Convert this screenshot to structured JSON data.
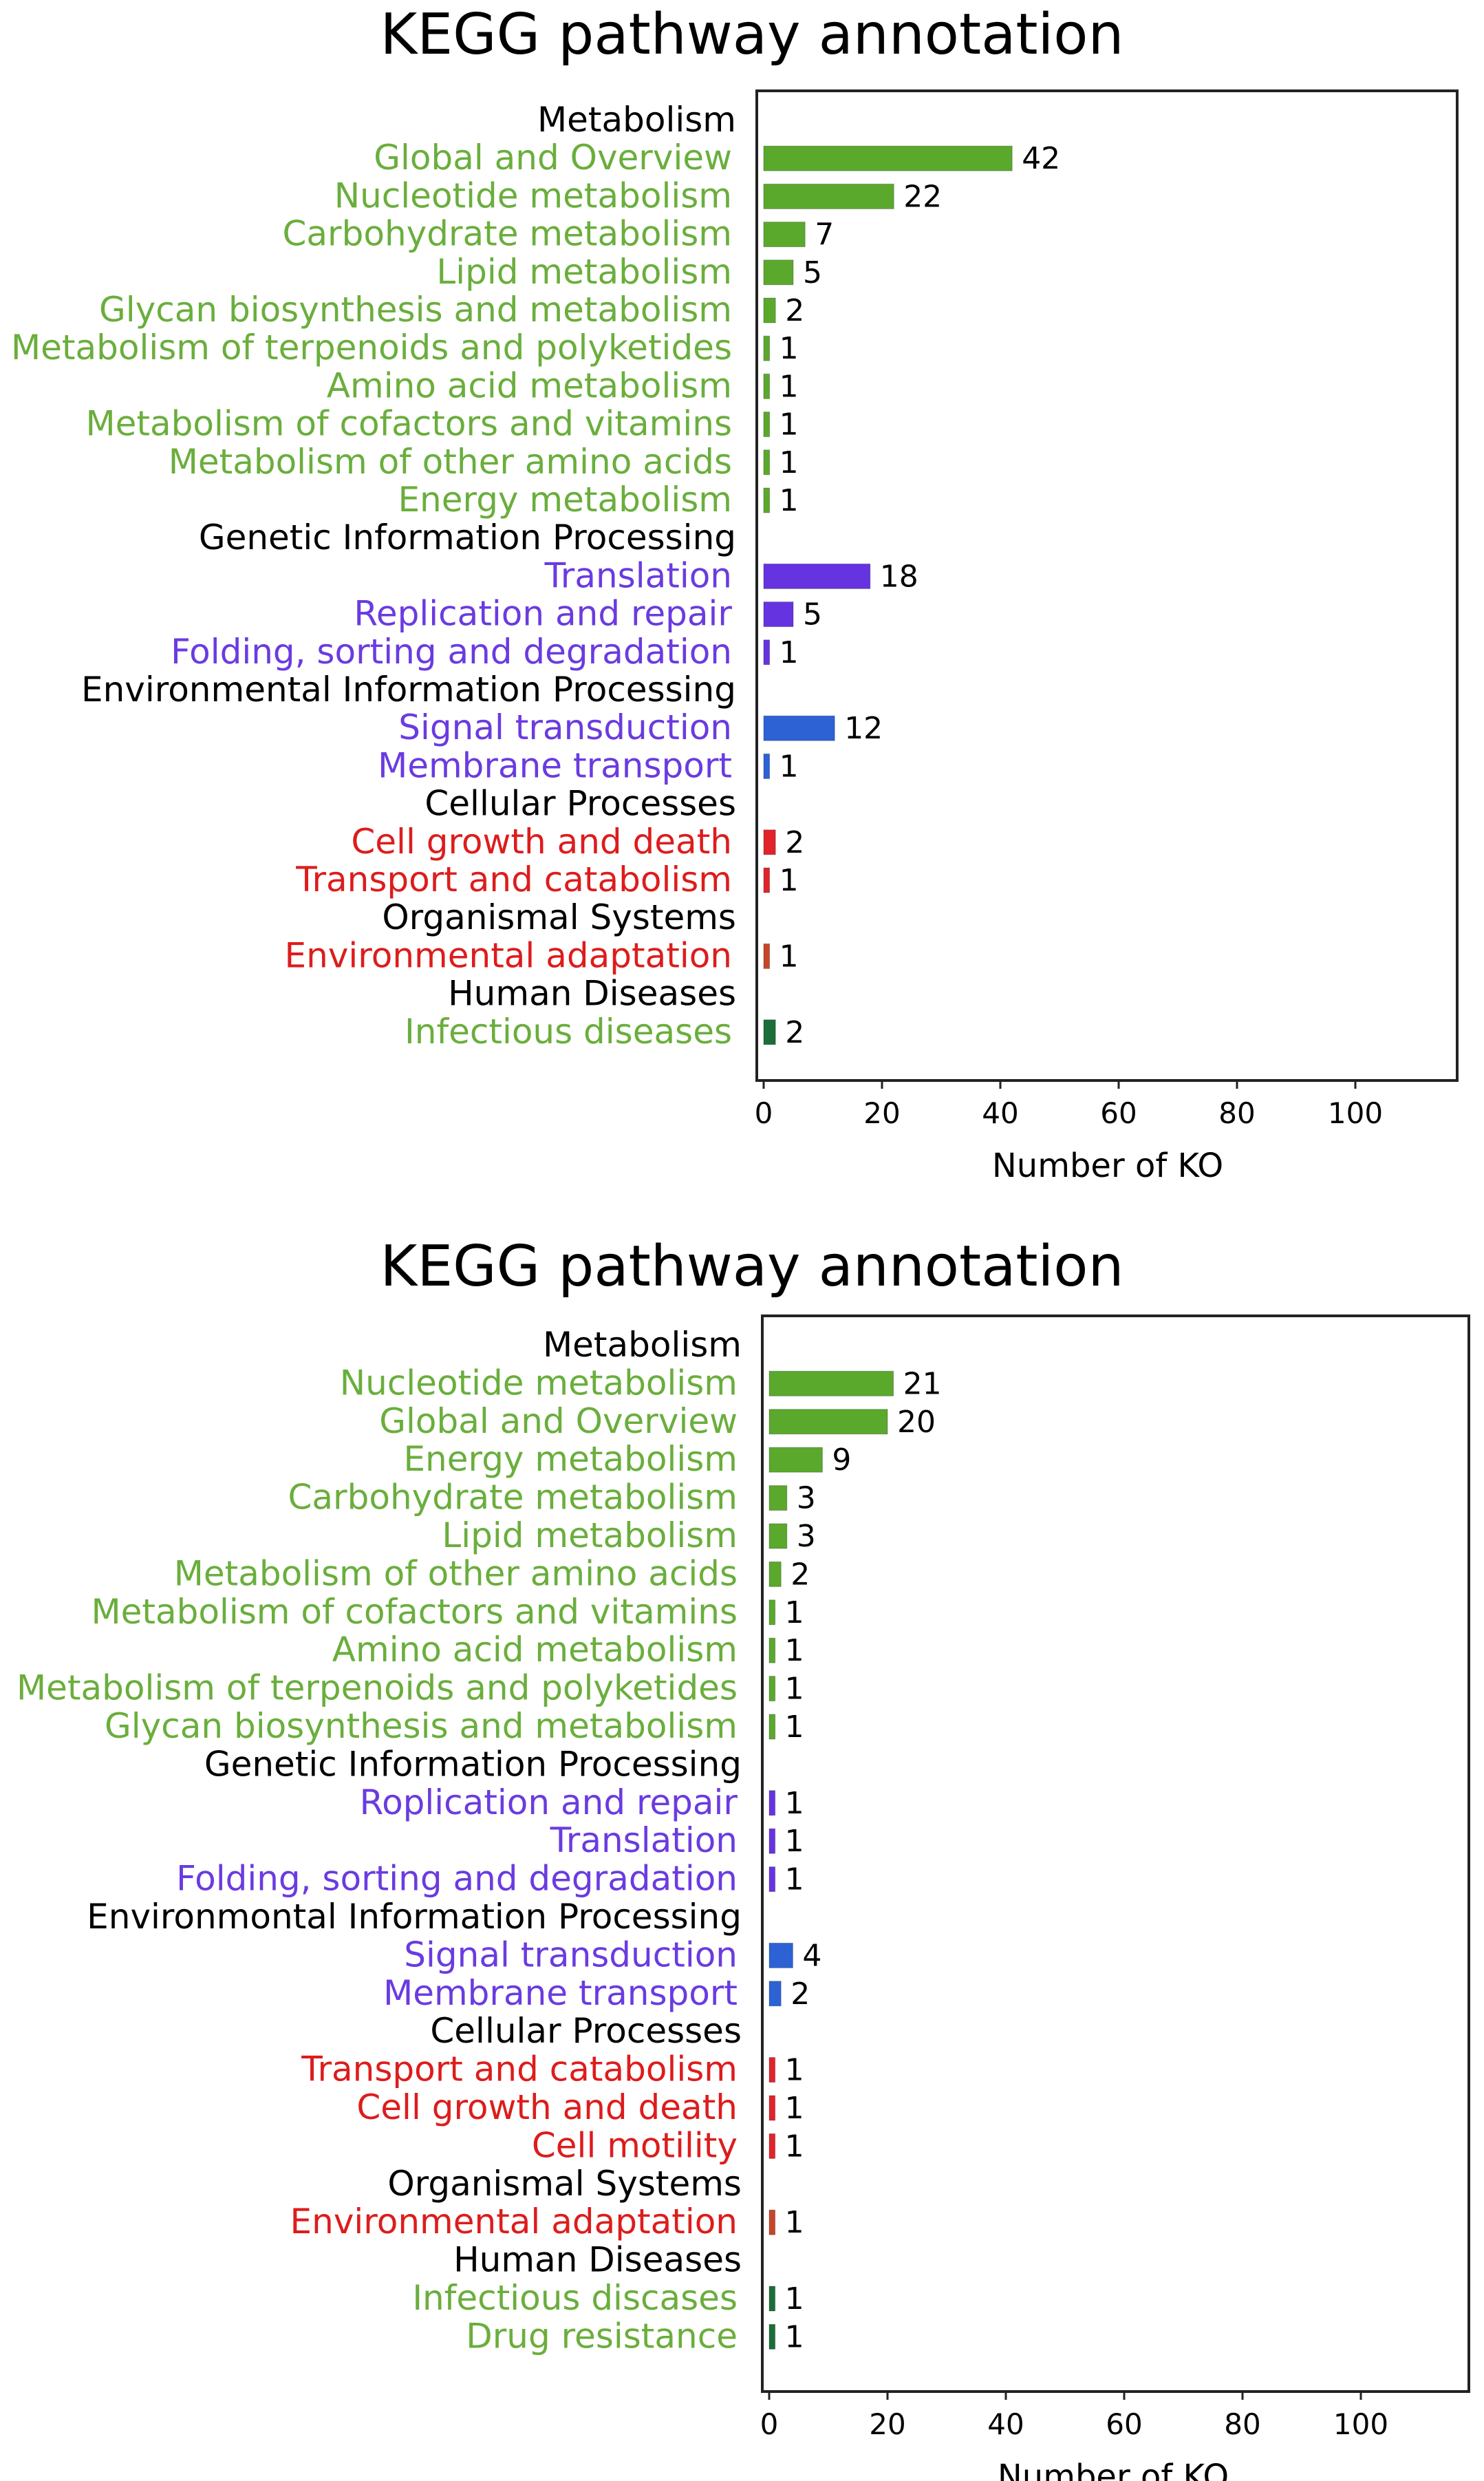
{
  "chart_data": [
    {
      "type": "bar",
      "orientation": "horizontal",
      "title": "KEGG pathway annotation",
      "xlabel": "Number of KO",
      "ylabel": "",
      "xlim": [
        0,
        118
      ],
      "xticks": [
        0,
        20,
        40,
        60,
        80,
        100
      ],
      "grid": false,
      "rows": [
        {
          "kind": "group",
          "label": "Metabolism"
        },
        {
          "kind": "bar",
          "label": "Global and Overview",
          "value": 42,
          "color": "#5aa92d",
          "text_color": "#6aae3c"
        },
        {
          "kind": "bar",
          "label": "Nucleotide metabolism",
          "value": 22,
          "color": "#5aa92d",
          "text_color": "#6aae3c"
        },
        {
          "kind": "bar",
          "label": "Carbohydrate metabolism",
          "value": 7,
          "color": "#5aa92d",
          "text_color": "#6aae3c"
        },
        {
          "kind": "bar",
          "label": "Lipid metabolism",
          "value": 5,
          "color": "#5aa92d",
          "text_color": "#6aae3c"
        },
        {
          "kind": "bar",
          "label": "Glycan biosynthesis and metabolism",
          "value": 2,
          "color": "#5aa92d",
          "text_color": "#6aae3c"
        },
        {
          "kind": "bar",
          "label": "Metabolism of terpenoids and polyketides",
          "value": 1,
          "color": "#5aa92d",
          "text_color": "#6aae3c"
        },
        {
          "kind": "bar",
          "label": "Amino acid metabolism",
          "value": 1,
          "color": "#5aa92d",
          "text_color": "#6aae3c"
        },
        {
          "kind": "bar",
          "label": "Metabolism of cofactors and vitamins",
          "value": 1,
          "color": "#5aa92d",
          "text_color": "#6aae3c"
        },
        {
          "kind": "bar",
          "label": "Metabolism of other amino acids",
          "value": 1,
          "color": "#5aa92d",
          "text_color": "#6aae3c"
        },
        {
          "kind": "bar",
          "label": "Energy metabolism",
          "value": 1,
          "color": "#5aa92d",
          "text_color": "#6aae3c"
        },
        {
          "kind": "group",
          "label": "Genetic Information Processing"
        },
        {
          "kind": "bar",
          "label": "Translation",
          "value": 18,
          "color": "#6633e0",
          "text_color": "#6a3be0"
        },
        {
          "kind": "bar",
          "label": "Replication and repair",
          "value": 5,
          "color": "#6633e0",
          "text_color": "#6a3be0"
        },
        {
          "kind": "bar",
          "label": "Folding, sorting and degradation",
          "value": 1,
          "color": "#6633e0",
          "text_color": "#6a3be0"
        },
        {
          "kind": "group",
          "label": "Environmental Information Processing"
        },
        {
          "kind": "bar",
          "label": "Signal transduction",
          "value": 12,
          "color": "#2c62d4",
          "text_color": "#6a3be0"
        },
        {
          "kind": "bar",
          "label": "Membrane transport",
          "value": 1,
          "color": "#2c62d4",
          "text_color": "#6a3be0"
        },
        {
          "kind": "group",
          "label": "Cellular Processes"
        },
        {
          "kind": "bar",
          "label": "Cell growth and death",
          "value": 2,
          "color": "#e0242a",
          "text_color": "#dd1c1c"
        },
        {
          "kind": "bar",
          "label": "Transport and catabolism",
          "value": 1,
          "color": "#e0242a",
          "text_color": "#dd1c1c"
        },
        {
          "kind": "group",
          "label": "Organismal Systems"
        },
        {
          "kind": "bar",
          "label": "Environmental adaptation",
          "value": 1,
          "color": "#c8452a",
          "text_color": "#dd1c1c"
        },
        {
          "kind": "group",
          "label": "Human Diseases"
        },
        {
          "kind": "bar",
          "label": "Infectious diseases",
          "value": 2,
          "color": "#1b6e3a",
          "text_color": "#6aae3c"
        }
      ]
    },
    {
      "type": "bar",
      "orientation": "horizontal",
      "title": "KEGG pathway annotation",
      "xlabel": "Number of KO",
      "ylabel": "",
      "xlim": [
        0,
        118
      ],
      "xticks": [
        0,
        20,
        40,
        60,
        80,
        100
      ],
      "grid": false,
      "rows": [
        {
          "kind": "group",
          "label": "Metabolism"
        },
        {
          "kind": "bar",
          "label": "Nucleotide metabolism",
          "value": 21,
          "color": "#5aa92d",
          "text_color": "#6aae3c"
        },
        {
          "kind": "bar",
          "label": "Global and Overview",
          "value": 20,
          "color": "#5aa92d",
          "text_color": "#6aae3c"
        },
        {
          "kind": "bar",
          "label": "Energy metabolism",
          "value": 9,
          "color": "#5aa92d",
          "text_color": "#6aae3c"
        },
        {
          "kind": "bar",
          "label": "Carbohydrate metabolism",
          "value": 3,
          "color": "#5aa92d",
          "text_color": "#6aae3c"
        },
        {
          "kind": "bar",
          "label": "Lipid metabolism",
          "value": 3,
          "color": "#5aa92d",
          "text_color": "#6aae3c"
        },
        {
          "kind": "bar",
          "label": "Metabolism of other amino acids",
          "value": 2,
          "color": "#5aa92d",
          "text_color": "#6aae3c"
        },
        {
          "kind": "bar",
          "label": "Metabolism of cofactors and vitamins",
          "value": 1,
          "color": "#5aa92d",
          "text_color": "#6aae3c"
        },
        {
          "kind": "bar",
          "label": "Amino acid metabolism",
          "value": 1,
          "color": "#5aa92d",
          "text_color": "#6aae3c"
        },
        {
          "kind": "bar",
          "label": "Metabolism of terpenoids and polyketides",
          "value": 1,
          "color": "#5aa92d",
          "text_color": "#6aae3c"
        },
        {
          "kind": "bar",
          "label": "Glycan biosynthesis and metabolism",
          "value": 1,
          "color": "#5aa92d",
          "text_color": "#6aae3c"
        },
        {
          "kind": "group",
          "label": "Genetic Information Processing"
        },
        {
          "kind": "bar",
          "label": "Roplication and repair",
          "value": 1,
          "color": "#6633e0",
          "text_color": "#6a3be0"
        },
        {
          "kind": "bar",
          "label": "Translation",
          "value": 1,
          "color": "#6633e0",
          "text_color": "#6a3be0"
        },
        {
          "kind": "bar",
          "label": "Folding, sorting and degradation",
          "value": 1,
          "color": "#6633e0",
          "text_color": "#6a3be0"
        },
        {
          "kind": "group",
          "label": "Environmontal Information Processing"
        },
        {
          "kind": "bar",
          "label": "Signal transduction",
          "value": 4,
          "color": "#2c62d4",
          "text_color": "#6a3be0"
        },
        {
          "kind": "bar",
          "label": "Membrane transport",
          "value": 2,
          "color": "#2c62d4",
          "text_color": "#6a3be0"
        },
        {
          "kind": "group",
          "label": "Cellular Processes"
        },
        {
          "kind": "bar",
          "label": "Transport and catabolism",
          "value": 1,
          "color": "#e0242a",
          "text_color": "#dd1c1c"
        },
        {
          "kind": "bar",
          "label": "Cell growth and death",
          "value": 1,
          "color": "#e0242a",
          "text_color": "#dd1c1c"
        },
        {
          "kind": "bar",
          "label": "Cell motility",
          "value": 1,
          "color": "#e0242a",
          "text_color": "#dd1c1c"
        },
        {
          "kind": "group",
          "label": "Organismal Systems"
        },
        {
          "kind": "bar",
          "label": "Environmental adaptation",
          "value": 1,
          "color": "#c8452a",
          "text_color": "#dd1c1c"
        },
        {
          "kind": "group",
          "label": "Human Diseases"
        },
        {
          "kind": "bar",
          "label": "Infectious discases",
          "value": 1,
          "color": "#1b6e3a",
          "text_color": "#6aae3c"
        },
        {
          "kind": "bar",
          "label": "Drug resistance",
          "value": 1,
          "color": "#1b6e3a",
          "text_color": "#6aae3c"
        }
      ]
    }
  ]
}
